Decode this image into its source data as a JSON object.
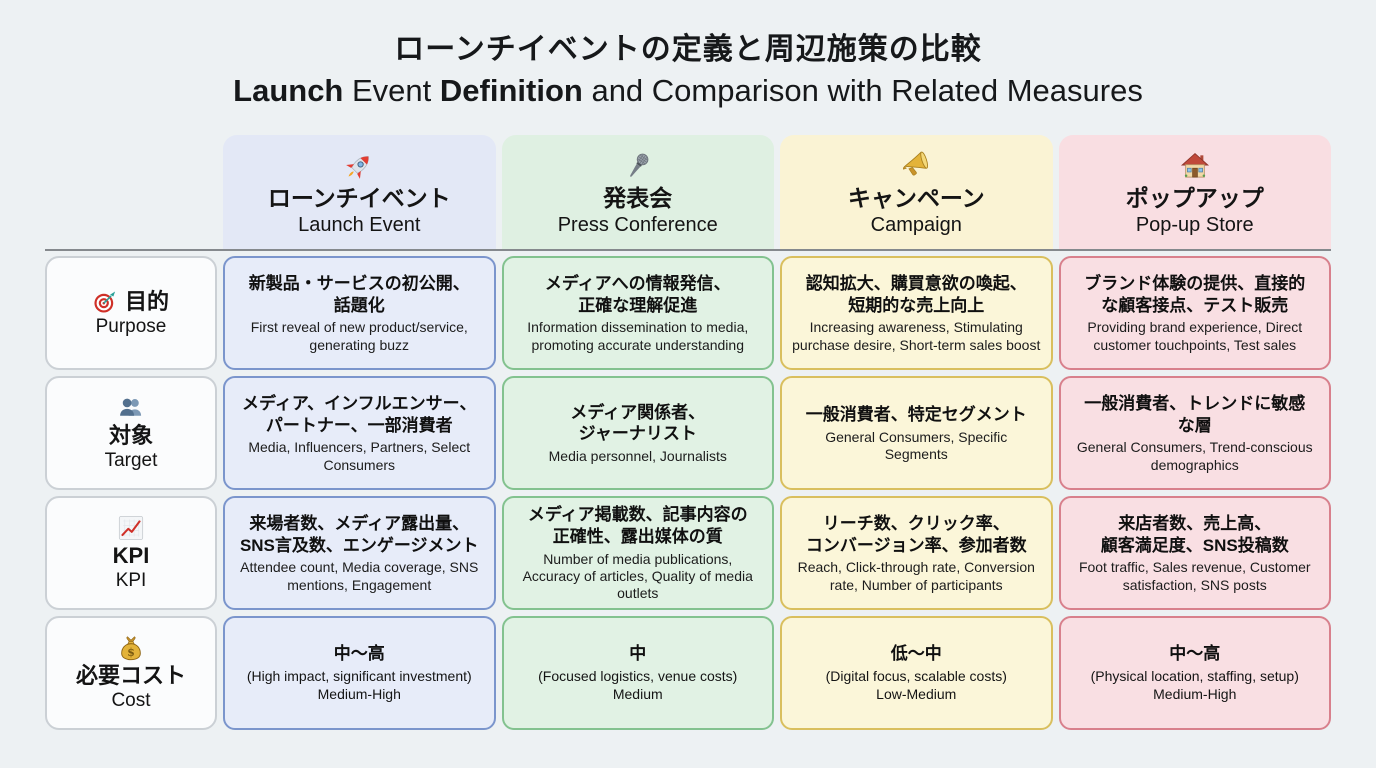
{
  "title": {
    "jp": "ローンチイベントの定義と周辺施策の比較",
    "en": {
      "bold1": "Launch",
      "mid": "Event",
      "bold2": "Definition",
      "rest": "and Comparison with Related Measures"
    }
  },
  "columns": [
    {
      "icon": "rocket-icon",
      "jp": "ローンチイベント",
      "en": "Launch Event",
      "header_bg": "#e3e8f6",
      "cell_bg": "#e7ecf9",
      "border": "#7b95cc"
    },
    {
      "icon": "microphone-icon",
      "jp": "発表会",
      "en": "Press Conference",
      "header_bg": "#dff0e2",
      "cell_bg": "#e1f2e4",
      "border": "#83c28f"
    },
    {
      "icon": "megaphone-icon",
      "jp": "キャンペーン",
      "en": "Campaign",
      "header_bg": "#faf3d4",
      "cell_bg": "#fbf6d9",
      "border": "#d9bf5e"
    },
    {
      "icon": "house-icon",
      "jp": "ポップアップ",
      "en": "Pop-up Store",
      "header_bg": "#f9dee2",
      "cell_bg": "#f9dfe3",
      "border": "#d8808c"
    }
  ],
  "rows": [
    {
      "icon": "target-icon",
      "jp": "目的",
      "en": "Purpose"
    },
    {
      "icon": "people-icon",
      "jp": "対象",
      "en": "Target"
    },
    {
      "icon": "chart-increasing-icon",
      "jp": "KPI",
      "en": "KPI"
    },
    {
      "icon": "money-bag-icon",
      "jp": "必要コスト",
      "en": "Cost"
    }
  ],
  "cells": {
    "purpose": [
      {
        "jp": "新製品・サービスの初公開、\n話題化",
        "en": "First reveal of new product/service, generating buzz"
      },
      {
        "jp": "メディアへの情報発信、\n正確な理解促進",
        "en": "Information dissemination to media, promoting accurate understanding"
      },
      {
        "jp": "認知拡大、購買意欲の喚起、\n短期的な売上向上",
        "en": "Increasing awareness, Stimulating purchase desire, Short-term sales boost"
      },
      {
        "jp": "ブランド体験の提供、直接的\nな顧客接点、テスト販売",
        "en": "Providing brand experience, Direct customer touchpoints, Test sales"
      }
    ],
    "target": [
      {
        "jp": "メディア、インフルエンサー、\nパートナー、一部消費者",
        "en": "Media, Influencers, Partners, Select Consumers"
      },
      {
        "jp": "メディア関係者、\nジャーナリスト",
        "en": "Media personnel, Journalists"
      },
      {
        "jp": "一般消費者、特定セグメント",
        "en": "General Consumers, Specific Segments"
      },
      {
        "jp": "一般消費者、トレンドに敏感\nな層",
        "en": "General Consumers, Trend-conscious demographics"
      }
    ],
    "kpi": [
      {
        "jp": "来場者数、メディア露出量、\nSNS言及数、エンゲージメント",
        "en": "Attendee count, Media coverage, SNS mentions, Engagement"
      },
      {
        "jp": "メディア掲載数、記事内容の\n正確性、露出媒体の質",
        "en": "Number of media publications, Accuracy of articles, Quality of media outlets"
      },
      {
        "jp": "リーチ数、クリック率、\nコンバージョン率、参加者数",
        "en": "Reach, Click-through rate, Conversion rate, Number of participants"
      },
      {
        "jp": "来店者数、売上高、\n顧客満足度、SNS投稿数",
        "en": "Foot traffic, Sales revenue, Customer satisfaction, SNS posts"
      }
    ],
    "cost": [
      {
        "jp": "中～高",
        "detail": "(High impact, significant investment)",
        "level": "Medium-High"
      },
      {
        "jp": "中",
        "detail": "(Focused logistics, venue costs)",
        "level": "Medium"
      },
      {
        "jp": "低～中",
        "detail": "(Digital focus, scalable costs)",
        "level": "Low-Medium"
      },
      {
        "jp": "中～高",
        "detail": "(Physical location, staffing, setup)",
        "level": "Medium-High"
      }
    ]
  },
  "colors": {
    "page_bg": "#edf1f3",
    "separator": "#85898d",
    "row_label_bg": "#fbfcfd",
    "row_label_border": "#cbd0d5",
    "text": "#141414"
  }
}
